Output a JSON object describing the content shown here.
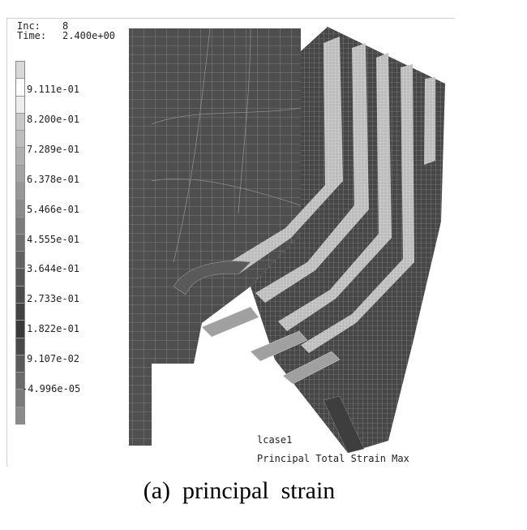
{
  "increment": {
    "label": "Inc:",
    "value": "8"
  },
  "time": {
    "label": "Time:",
    "value": "2.400e+00"
  },
  "legend": {
    "ticks": [
      "9.111e-01",
      "8.200e-01",
      "7.289e-01",
      "6.378e-01",
      "5.466e-01",
      "4.555e-01",
      "3.644e-01",
      "2.733e-01",
      "1.822e-01",
      "9.107e-02",
      "-4.996e-05"
    ],
    "swatch_colors": [
      "#d8d8d8",
      "#ffffff",
      "#ededed",
      "#c8c8c8",
      "#bdbdbd",
      "#b0b0b0",
      "#a3a3a3",
      "#979797",
      "#8a8a8a",
      "#7c7c7c",
      "#707070",
      "#626262",
      "#575757",
      "#4c4c4c",
      "#424242",
      "#3a3a3a",
      "#4a4a4a",
      "#5a5a5a",
      "#6a6a6a",
      "#7a7a7a",
      "#8a8a8a"
    ]
  },
  "load_case": "lcase1",
  "result_quantity": "Principal Total Strain Max",
  "caption": "(a)  principal  strain",
  "colors": {
    "mesh_fill": "#4e4e4e",
    "mesh_line": "#8c8c8c",
    "high_strain": "#cfcfcf"
  }
}
